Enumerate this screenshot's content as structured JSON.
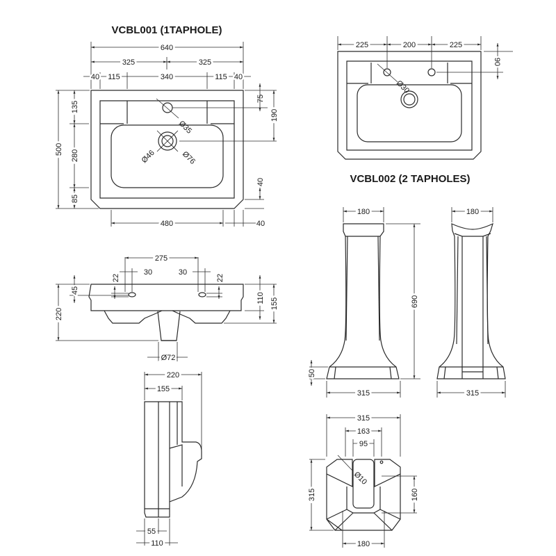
{
  "drawing": {
    "titles": {
      "vcbl001": "VCBL001 (1TAPHOLE)",
      "vcbl002": "VCBL002 (2 TAPHOLES)"
    },
    "plan_1taphole": {
      "overall_width": "640",
      "half_left": "325",
      "half_right": "325",
      "edge_left": "40",
      "ledge_left": "115",
      "bowl_top_width": "340",
      "ledge_right": "115",
      "edge_right": "40",
      "tap_offset": "75",
      "waste_offset": "190",
      "tap_hole_dia": "Ø35",
      "waste_inner_dia": "Ø46",
      "waste_outer_dia": "Ø76",
      "overall_depth": "500",
      "back_ledge": "135",
      "bowl_depth": "280",
      "front_rim": "85",
      "bottom_width": "480",
      "chamfer_v": "40",
      "chamfer_h": "40"
    },
    "plan_2tapholes": {
      "left_offset": "225",
      "tap_centres": "200",
      "right_offset": "225",
      "tap_depth": "90",
      "tap_hole_dia": "Ø30"
    },
    "front_elevation": {
      "tap_spacing": "275",
      "left_tap_width": "30",
      "right_tap_width": "30",
      "left_hole_height": "22",
      "right_hole_height": "22",
      "rim_height": "45",
      "overall_height": "220",
      "body_height": "110",
      "to_underside": "155",
      "waste_dia": "Ø72"
    },
    "side_elevation": {
      "overall_projection": "220",
      "rim_projection": "155",
      "base_inner": "55",
      "base_width": "110"
    },
    "pedestal_front": {
      "top_width": "180",
      "height": "690",
      "plinth_height": "50",
      "base_width": "315"
    },
    "pedestal_side": {
      "top_width": "180",
      "base_width": "315"
    },
    "pedestal_plan": {
      "overall_width": "315",
      "slot_outer": "163",
      "slot_inner": "95",
      "fixing_hole_dia": "Ø10",
      "overall_depth": "315",
      "slot_depth": "160",
      "back_width": "180"
    }
  }
}
